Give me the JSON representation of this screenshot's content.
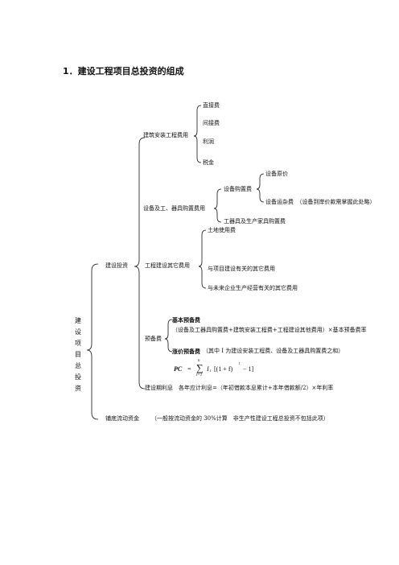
{
  "title": "1．建设工程项目总投资的组成",
  "root_label_chars": [
    "建",
    "设",
    "项",
    "目",
    "总",
    "投",
    "资"
  ],
  "construction_investment": {
    "label": "建设投资",
    "building_install": {
      "label": "建筑安装工程费用",
      "items": [
        "直接费",
        "间接费",
        "利润",
        "税金"
      ]
    },
    "equipment": {
      "label": "设备及工、器具购置费用",
      "purchase": {
        "label": "设备购置费",
        "items": [
          "设备原价",
          "设备运杂费　（设备到岸价款需掌握此处略）"
        ]
      },
      "tools": "工器具及生产家具购置费"
    },
    "other": {
      "label": "工程建设其它费用",
      "items": [
        "土地使用费",
        "与项目建设有关的其它费用",
        "与未来企业生产经营有关的其它费用"
      ]
    },
    "reserve": {
      "label": "预备费",
      "basic_title": "基本预备费",
      "basic_formula": "（设备及工器具购置费+建筑安装工程费+工程建设其他费用）×基本预备费率",
      "price_title": "涨价预备费",
      "price_desc": "（其中 I 为建设安装工程费、设备及工器具购置费之和）",
      "formula": {
        "lhs": "PC",
        "eq": "=",
        "sum_top": "n",
        "sum_bottom": "t=1",
        "body": "I",
        "sub": "t",
        "bracket": "[(1 + f)",
        "sup": "t",
        "tail": "− 1]"
      }
    },
    "interest": {
      "label": "建设期利息",
      "formula": "各年应计利息=（年初借款本息累计+本年借款额/2）×年利率"
    }
  },
  "working_capital": {
    "label": "铺底流动资金",
    "desc": "（一般按流动资金的 30%计算　非生产性建设工程总投资不包括此项）"
  }
}
